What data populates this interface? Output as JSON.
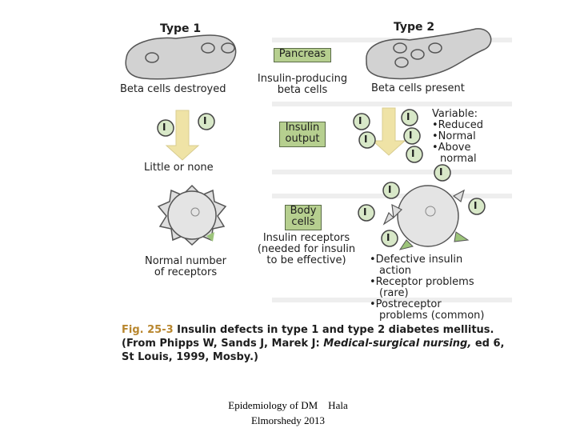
{
  "figure": {
    "type1_title": "Type 1",
    "type2_title": "Type 2",
    "pancreas_label": "Pancreas",
    "insulin_producing_line1": "Insulin-producing",
    "insulin_producing_line2": "beta cells",
    "beta_destroyed": "Beta cells destroyed",
    "beta_present": "Beta cells present",
    "insulin_output_line1": "Insulin",
    "insulin_output_line2": "output",
    "variable_title": "Variable:",
    "variable_items": [
      "•Reduced",
      "•Normal",
      "•Above",
      "normal"
    ],
    "little_or_none": "Little or none",
    "body_cells_line1": "Body",
    "body_cells_line2": "cells",
    "receptors_line1": "Insulin receptors",
    "receptors_line2": "(needed for insulin",
    "receptors_line3": "to be effective)",
    "normal_receptors_line1": "Normal number",
    "normal_receptors_line2": "of receptors",
    "defects": [
      "•Defective insulin",
      "action",
      "•Receptor problems",
      "(rare)",
      "•Postreceptor",
      "problems (common)"
    ],
    "insulin_symbol": "I",
    "caption_fig": "Fig. 25-3",
    "caption_text": "Insulin defects in type 1 and type 2 diabetes mellitus.",
    "caption_source_pre": "(From Phipps W, Sands J, Marek J:",
    "caption_source_italic": "Medical-surgical nursing,",
    "caption_source_post": "ed 6,",
    "caption_source_line3": "St Louis, 1999, Mosby.)"
  },
  "footer": {
    "line1": "Epidemiology of DM    Hala",
    "line2": "Elmorshedy  2013"
  },
  "colors": {
    "box_green": "#b6cf8f",
    "organ_gray": "#d2d2d2",
    "arrow_yellow": "#efe3a6",
    "caption_fig": "#b8862e"
  }
}
